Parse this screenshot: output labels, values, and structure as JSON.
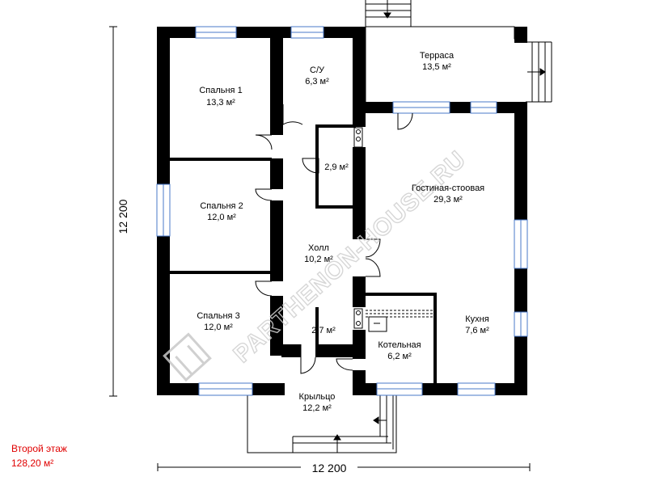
{
  "rooms": [
    {
      "id": "bedroom1",
      "name": "Спальня 1",
      "area": "13,3 м²"
    },
    {
      "id": "bathroom",
      "name": "С/У",
      "area": "6,3 м²"
    },
    {
      "id": "terrace",
      "name": "Терраса",
      "area": "13,5 м²"
    },
    {
      "id": "closet",
      "name": "",
      "area": "2,9 м²"
    },
    {
      "id": "bedroom2",
      "name": "Спальня 2",
      "area": "12,0 м²"
    },
    {
      "id": "living",
      "name": "Гостиная-стоовая",
      "area": "29,3 м²"
    },
    {
      "id": "hall",
      "name": "Холл",
      "area": "10,2 м²"
    },
    {
      "id": "bedroom3",
      "name": "Спальня 3",
      "area": "12,0 м²"
    },
    {
      "id": "storage",
      "name": "",
      "area": "2,7  м²"
    },
    {
      "id": "kitchen",
      "name": "Кухня",
      "area": "7,6 м²"
    },
    {
      "id": "boiler",
      "name": "Котельная",
      "area": "6,2 м²"
    },
    {
      "id": "porch",
      "name": "Крыльцо",
      "area": "12,2 м²"
    }
  ],
  "dimensions": {
    "width": "12 200",
    "height": "12 200"
  },
  "floor": {
    "name": "Второй этаж",
    "area": "128,20 м²"
  },
  "watermark": {
    "logo": "PARTHENON-HOUSE.RU",
    "text": "PARTHENON-HOUSE.RU"
  },
  "colors": {
    "wall": "#000000",
    "window": "#4a78c8",
    "floor_label": "#e00000",
    "watermark": "#c8c8c8"
  }
}
